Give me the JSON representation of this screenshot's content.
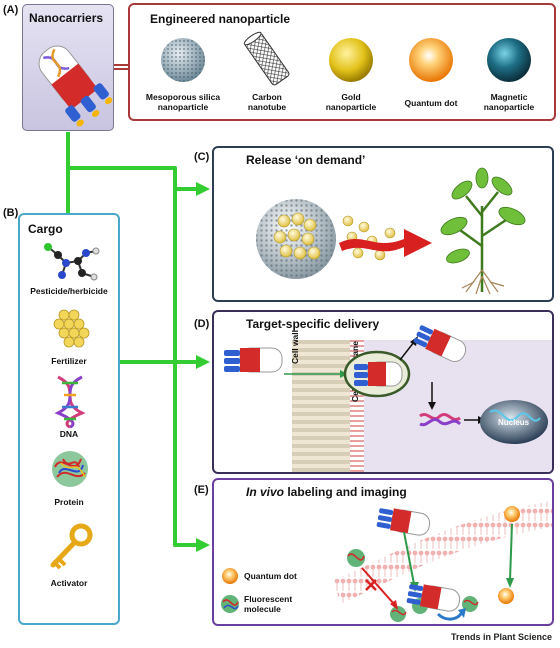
{
  "panel_labels": {
    "a": "(A)",
    "b": "(B)",
    "c": "(C)",
    "d": "(D)",
    "e": "(E)"
  },
  "nanocarriers": {
    "title": "Nanocarriers"
  },
  "engineered": {
    "title": "Engineered nanoparticle",
    "items": [
      {
        "line1": "Mesoporous silica",
        "line2": "nanoparticle"
      },
      {
        "line1": "Carbon",
        "line2": "nanotube"
      },
      {
        "line1": "Gold",
        "line2": "nanoparticle"
      },
      {
        "line1": "Quantum dot",
        "line2": ""
      },
      {
        "line1": "Magnetic",
        "line2": "nanoparticle"
      }
    ]
  },
  "cargo": {
    "title": "Cargo",
    "items": [
      "Pesticide/herbicide",
      "Fertilizer",
      "DNA",
      "Protein",
      "Activator"
    ]
  },
  "release": {
    "title": "Release ‘on demand’"
  },
  "target": {
    "title": "Target-specific delivery",
    "cell_wall": "Cell wall",
    "cell_membrane": "Cell membrane",
    "nucleus": "Nucleus"
  },
  "invivo": {
    "title_em": "In vivo",
    "title_rest": " labeling and imaging",
    "legend_qd": "Quantum dot",
    "legend_fm1": "Fluorescent",
    "legend_fm2": "molecule"
  },
  "footer": "Trends in Plant Science",
  "colors": {
    "green_arrow": "#33cc33",
    "red_box": "#a93a3a",
    "navy_box": "#2d3f55",
    "purple_box": "#6b3fa0",
    "cyan_box": "#49a7c9"
  }
}
